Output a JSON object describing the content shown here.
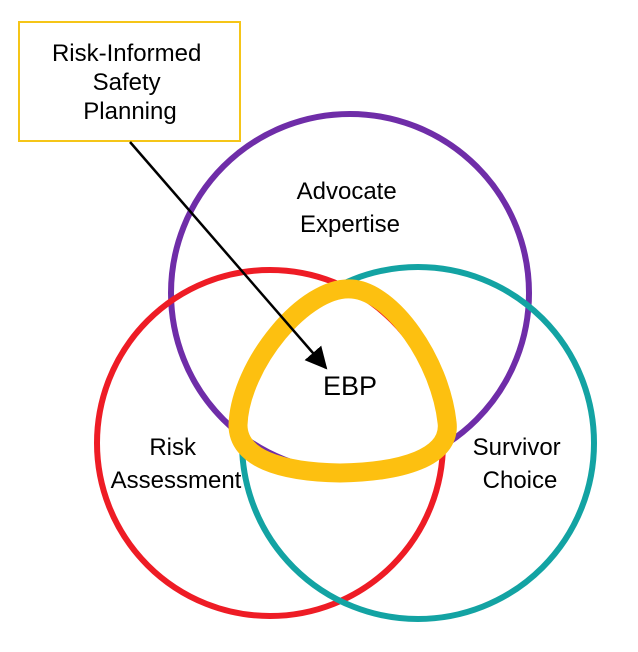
{
  "diagram": {
    "callout": {
      "lines": [
        "Risk-Informed",
        "Safety",
        "Planning"
      ],
      "border_color": "#f5c518"
    },
    "circles": {
      "advocate": {
        "lines": [
          "Advocate",
          "Expertise"
        ],
        "color": "#6f2da8"
      },
      "risk": {
        "lines": [
          "Risk",
          "Assessment"
        ],
        "color": "#ee1c25"
      },
      "survivor": {
        "lines": [
          "Survivor",
          "Choice"
        ],
        "color": "#13a3a3"
      }
    },
    "center": {
      "label": "EBP",
      "color": "#fdc010"
    },
    "arrow": {
      "color": "#000000"
    }
  }
}
